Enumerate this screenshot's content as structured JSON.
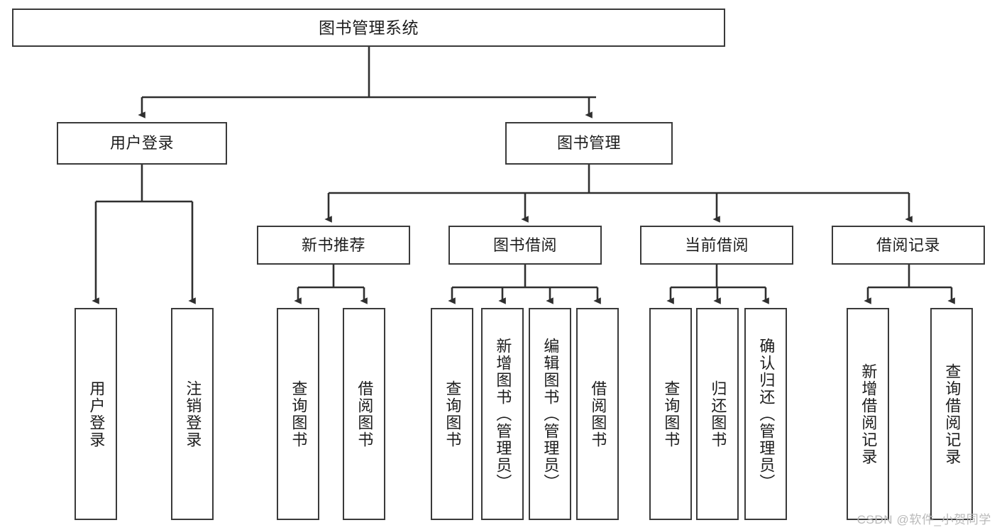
{
  "diagram": {
    "title": "图书管理系统",
    "type": "functional-structure-tree",
    "root": {
      "id": "root",
      "label": "图书管理系统"
    },
    "level1": [
      {
        "id": "user-login",
        "label": "用户登录"
      },
      {
        "id": "book-manage",
        "label": "图书管理"
      }
    ],
    "level2": [
      {
        "id": "new-book-rec",
        "label": "新书推荐",
        "parent": "book-manage"
      },
      {
        "id": "book-borrow",
        "label": "图书借阅",
        "parent": "book-manage"
      },
      {
        "id": "current-borrow",
        "label": "当前借阅",
        "parent": "book-manage"
      },
      {
        "id": "borrow-record",
        "label": "借阅记录",
        "parent": "book-manage"
      }
    ],
    "leaves": [
      {
        "id": "leaf-user-login",
        "label": "用户登录",
        "parent": "user-login"
      },
      {
        "id": "leaf-logout",
        "label": "注销登录",
        "parent": "user-login"
      },
      {
        "id": "leaf-query-book-1",
        "label": "查询图书",
        "parent": "new-book-rec"
      },
      {
        "id": "leaf-borrow-book-1",
        "label": "借阅图书",
        "parent": "new-book-rec"
      },
      {
        "id": "leaf-query-book-2",
        "label": "查询图书",
        "parent": "book-borrow"
      },
      {
        "id": "leaf-add-book",
        "label": "新增图书（管理员）",
        "parent": "book-borrow"
      },
      {
        "id": "leaf-edit-book",
        "label": "编辑图书（管理员）",
        "parent": "book-borrow"
      },
      {
        "id": "leaf-borrow-book-2",
        "label": "借阅图书",
        "parent": "book-borrow"
      },
      {
        "id": "leaf-query-book-3",
        "label": "查询图书",
        "parent": "current-borrow"
      },
      {
        "id": "leaf-return-book",
        "label": "归还图书",
        "parent": "current-borrow"
      },
      {
        "id": "leaf-confirm-return",
        "label": "确认归还（管理员）",
        "parent": "current-borrow"
      },
      {
        "id": "leaf-add-record",
        "label": "新增借阅记录",
        "parent": "borrow-record"
      },
      {
        "id": "leaf-query-record",
        "label": "查询借阅记录",
        "parent": "borrow-record"
      }
    ]
  },
  "watermark": {
    "text": "CSDN @软件_小贺同学"
  },
  "colors": {
    "box_border": "#3a3a3a",
    "box_fill": "#ffffff",
    "connector": "#2f2f2f",
    "text": "#1d1d1d",
    "watermark": "#b9b9b9",
    "background": "#ffffff"
  }
}
